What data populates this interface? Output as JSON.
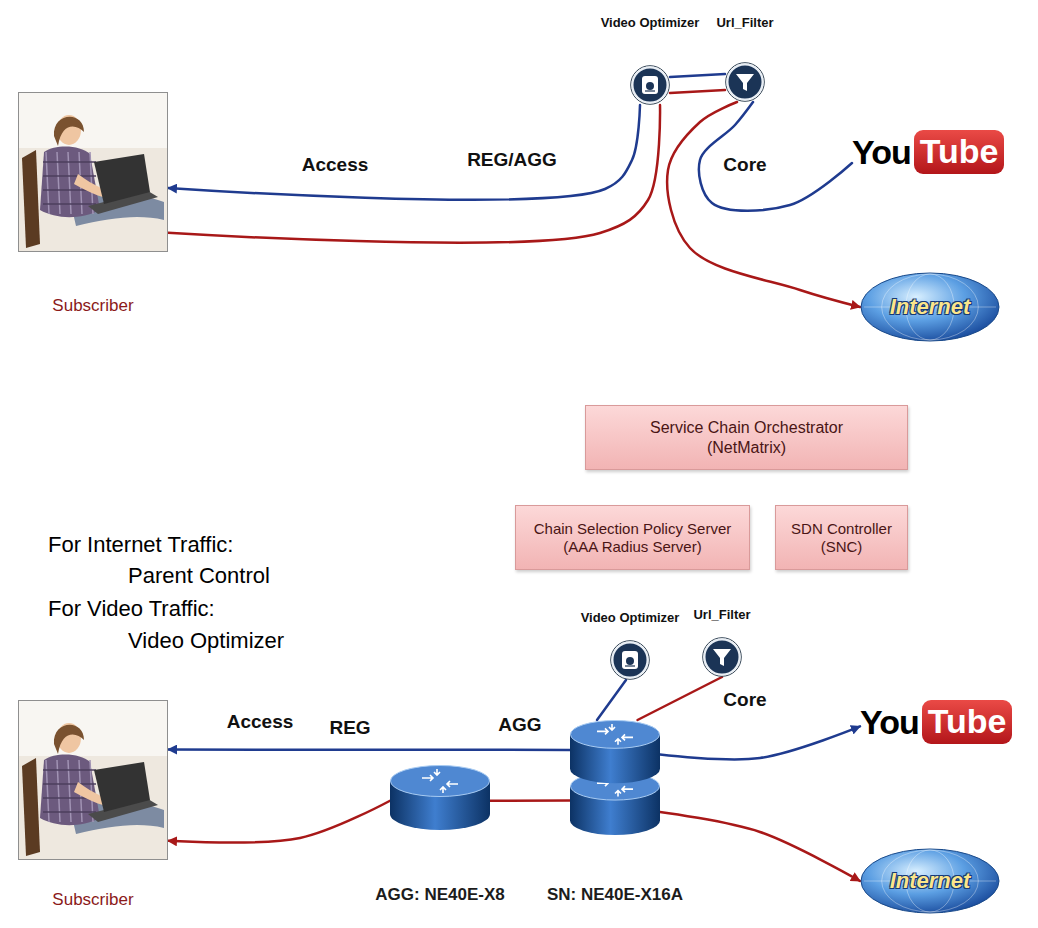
{
  "diagram": {
    "nodes": [
      {
        "text": [
          "Subscriber"
        ]
      },
      {
        "text": [
          "Access"
        ]
      },
      {
        "text": [
          "REG/AGG"
        ]
      },
      {
        "text": [
          "Core"
        ]
      },
      {
        "text": [
          "Video Optimizer"
        ]
      },
      {
        "text": [
          "Url_Filter"
        ]
      },
      {
        "text": [
          "You",
          "Tube"
        ]
      },
      {
        "text": [
          "Internet"
        ]
      },
      {
        "text": [
          "Service Chain Orchestrator (NetMatrix)"
        ]
      },
      {
        "text": [
          "Chain Selection Policy Server (AAA Radius Server)"
        ]
      },
      {
        "text": [
          "SDN Controller (SNC)"
        ]
      },
      {
        "text": [
          "Video Optimizer"
        ]
      },
      {
        "text": [
          "Url_Filter"
        ]
      },
      {
        "text": [
          "Access"
        ]
      },
      {
        "text": [
          "REG"
        ]
      },
      {
        "text": [
          "AGG"
        ]
      },
      {
        "text": [
          "Core"
        ]
      },
      {
        "text": [
          "You",
          "Tube"
        ]
      },
      {
        "text": [
          "Subscriber"
        ]
      },
      {
        "text": [
          "AGG: NE40E-X8"
        ]
      },
      {
        "text": [
          "SN: NE40E-X16A"
        ]
      },
      {
        "text": [
          "Internet"
        ]
      }
    ],
    "edges": [
      {
        "from": 6,
        "to": 5,
        "arrow": "none"
      },
      {
        "from": 5,
        "to": 4,
        "arrow": "none"
      },
      {
        "from": 4,
        "to": 0,
        "arrow": "to"
      },
      {
        "from": 0,
        "to": 4,
        "arrow": "none"
      },
      {
        "from": 4,
        "to": 5,
        "arrow": "none"
      },
      {
        "from": 5,
        "to": 7,
        "arrow": "to"
      },
      {
        "from": 20,
        "to": 18,
        "arrow": "to"
      },
      {
        "from": 20,
        "to": 11,
        "arrow": "none"
      },
      {
        "from": 20,
        "to": 17,
        "arrow": "to"
      },
      {
        "from": 19,
        "to": 18,
        "arrow": "to"
      },
      {
        "from": 20,
        "to": 19,
        "arrow": "none"
      },
      {
        "from": 20,
        "to": 12,
        "arrow": "none"
      },
      {
        "from": 20,
        "to": 21,
        "arrow": "to"
      }
    ],
    "labels": [
      "For Internet Traffic:",
      "Parent Control",
      "For Video Traffic:",
      "Video Optimizer"
    ]
  }
}
